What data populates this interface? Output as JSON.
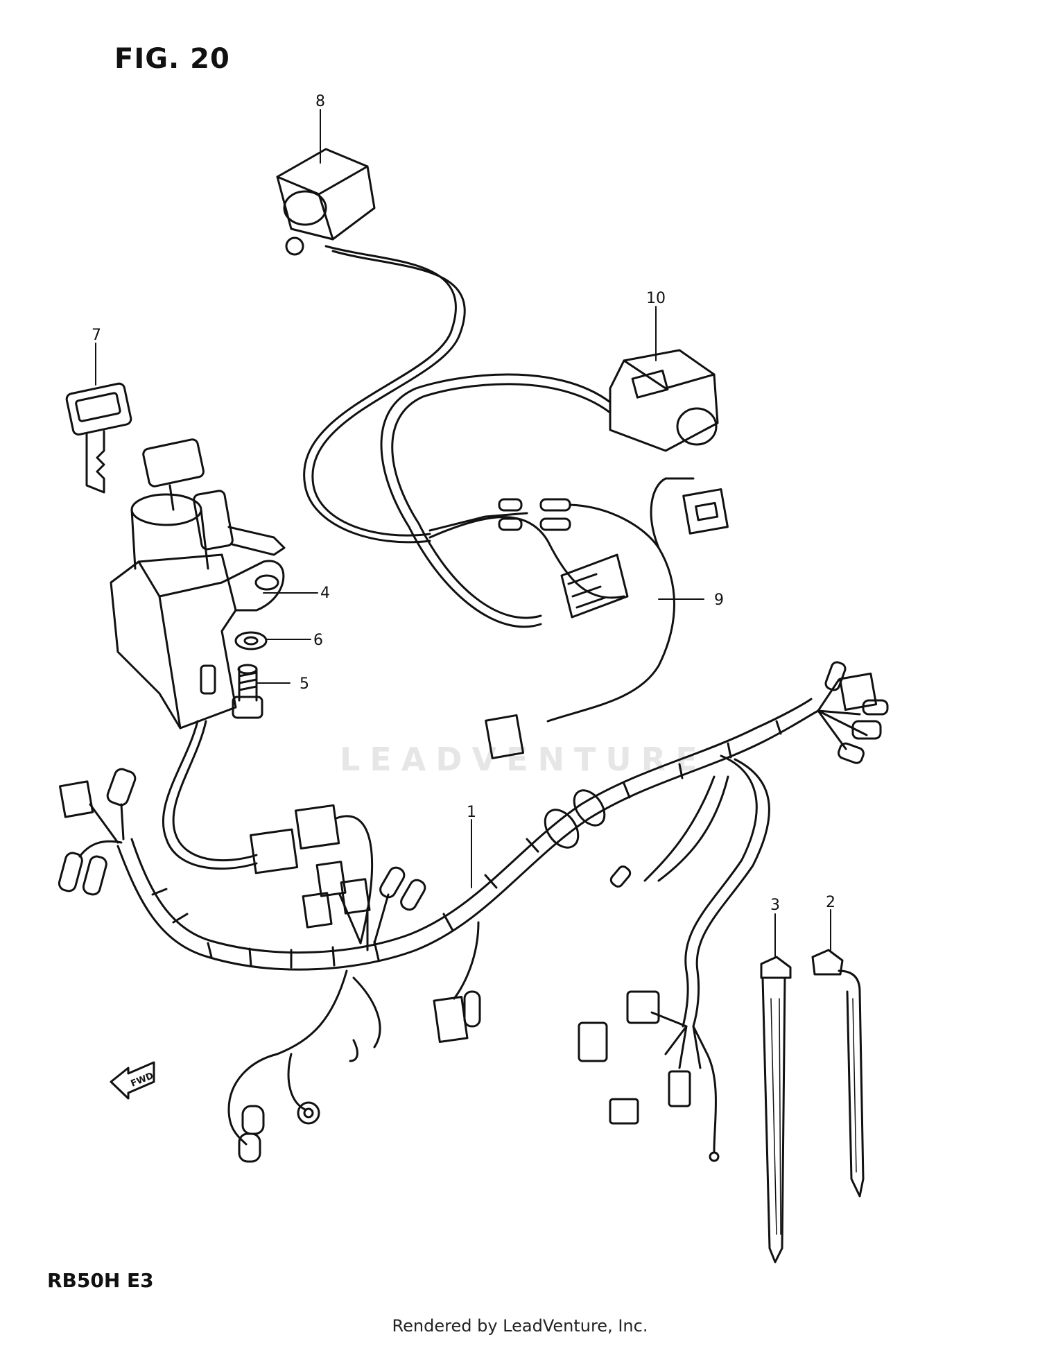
{
  "figure": {
    "title": "FIG. 20",
    "model_code": "RB50H  E3",
    "footer": "Rendered by LeadVenture, Inc.",
    "watermark": "LEADVENTURE",
    "fwd_label": "FWD"
  },
  "callouts": [
    {
      "id": "1",
      "label": "1"
    },
    {
      "id": "2",
      "label": "2"
    },
    {
      "id": "3",
      "label": "3"
    },
    {
      "id": "4",
      "label": "4"
    },
    {
      "id": "5",
      "label": "5"
    },
    {
      "id": "6",
      "label": "6"
    },
    {
      "id": "7",
      "label": "7"
    },
    {
      "id": "8",
      "label": "8"
    },
    {
      "id": "9",
      "label": "9"
    },
    {
      "id": "10",
      "label": "10"
    }
  ],
  "colors": {
    "ink": "#111111",
    "watermark": "#e6e6e6",
    "background": "#ffffff"
  }
}
